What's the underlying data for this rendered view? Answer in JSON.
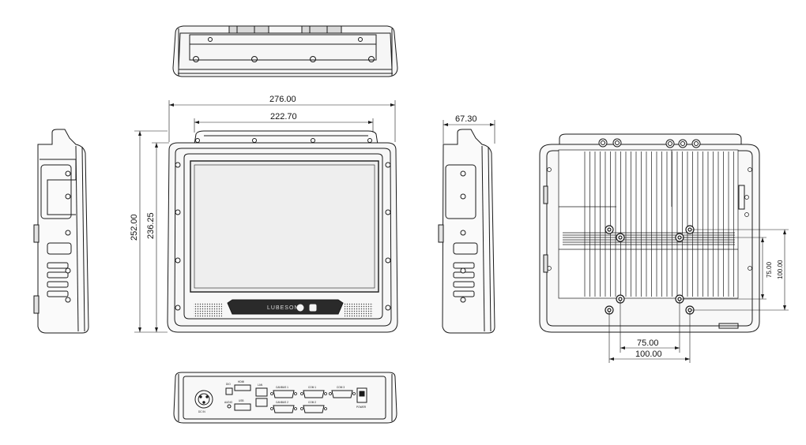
{
  "dimensions": {
    "overall_width": "276.00",
    "screen_width": "222.70",
    "depth": "67.30",
    "overall_height": "252.00",
    "screen_height": "236.25",
    "vesa_inner_v": "75.00",
    "vesa_outer_v": "100.00",
    "vesa_inner_h": "75.00",
    "vesa_outer_h": "100.00"
  },
  "front_logo_text": "LUBESON",
  "port_labels": {
    "dc_in": "DC IN",
    "power": "POWER",
    "canbus_1": "CANBUS 1",
    "canbus_2": "CANBUS 2",
    "com_1": "COM 1",
    "com_2": "COM 2",
    "com_3": "COM 3",
    "usb": "USB",
    "hdmi": "HDMI",
    "audio": "AUDIO",
    "dio": "DIO",
    "lan": "LAN"
  },
  "colors": {
    "line": "#1a1a1a",
    "fill_light": "#f4f4f4",
    "fill_dark": "#2a2a2a",
    "screen": "#ededed"
  }
}
